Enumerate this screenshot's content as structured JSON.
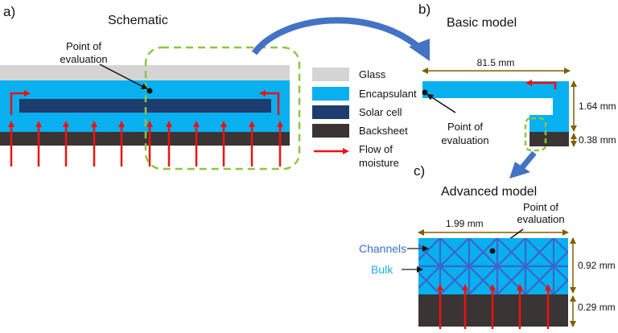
{
  "colors": {
    "glass": "#d4d4d4",
    "encapsulant": "#08b0f0",
    "solar_cell": "#1f3c6e",
    "backsheet": "#3a3434",
    "moisture": "#ee1111",
    "dashed_box": "#8dc63f",
    "dimension": "#806000",
    "transition_arrow": "#4472c4",
    "channel_lines": "#3e64c8"
  },
  "panels": {
    "a_label": "a)",
    "b_label": "b)",
    "c_label": "c)"
  },
  "schematic": {
    "title": "Schematic",
    "point_label_line1": "Point of",
    "point_label_line2": "evaluation"
  },
  "legend": {
    "items": [
      {
        "label": "Glass",
        "swatch": "glass"
      },
      {
        "label": "Encapsulant",
        "swatch": "encapsulant"
      },
      {
        "label": "Solar cell",
        "swatch": "solar_cell"
      },
      {
        "label": "Backsheet",
        "swatch": "backsheet"
      }
    ],
    "flow_line1": "Flow of",
    "flow_line2": "moisture"
  },
  "basic_model": {
    "title": "Basic model",
    "width_label": "81.5 mm",
    "height_label_1": "1.64 mm",
    "height_label_2": "0.38 mm",
    "point_label_line1": "Point of",
    "point_label_line2": "evaluation"
  },
  "advanced_model": {
    "title": "Advanced model",
    "width_label": "1.99 mm",
    "height_label_1": "0.92 mm",
    "height_label_2": "0.29 mm",
    "point_label_line1": "Point of",
    "point_label_line2": "evaluation",
    "channels_label": "Channels",
    "bulk_label": "Bulk"
  }
}
